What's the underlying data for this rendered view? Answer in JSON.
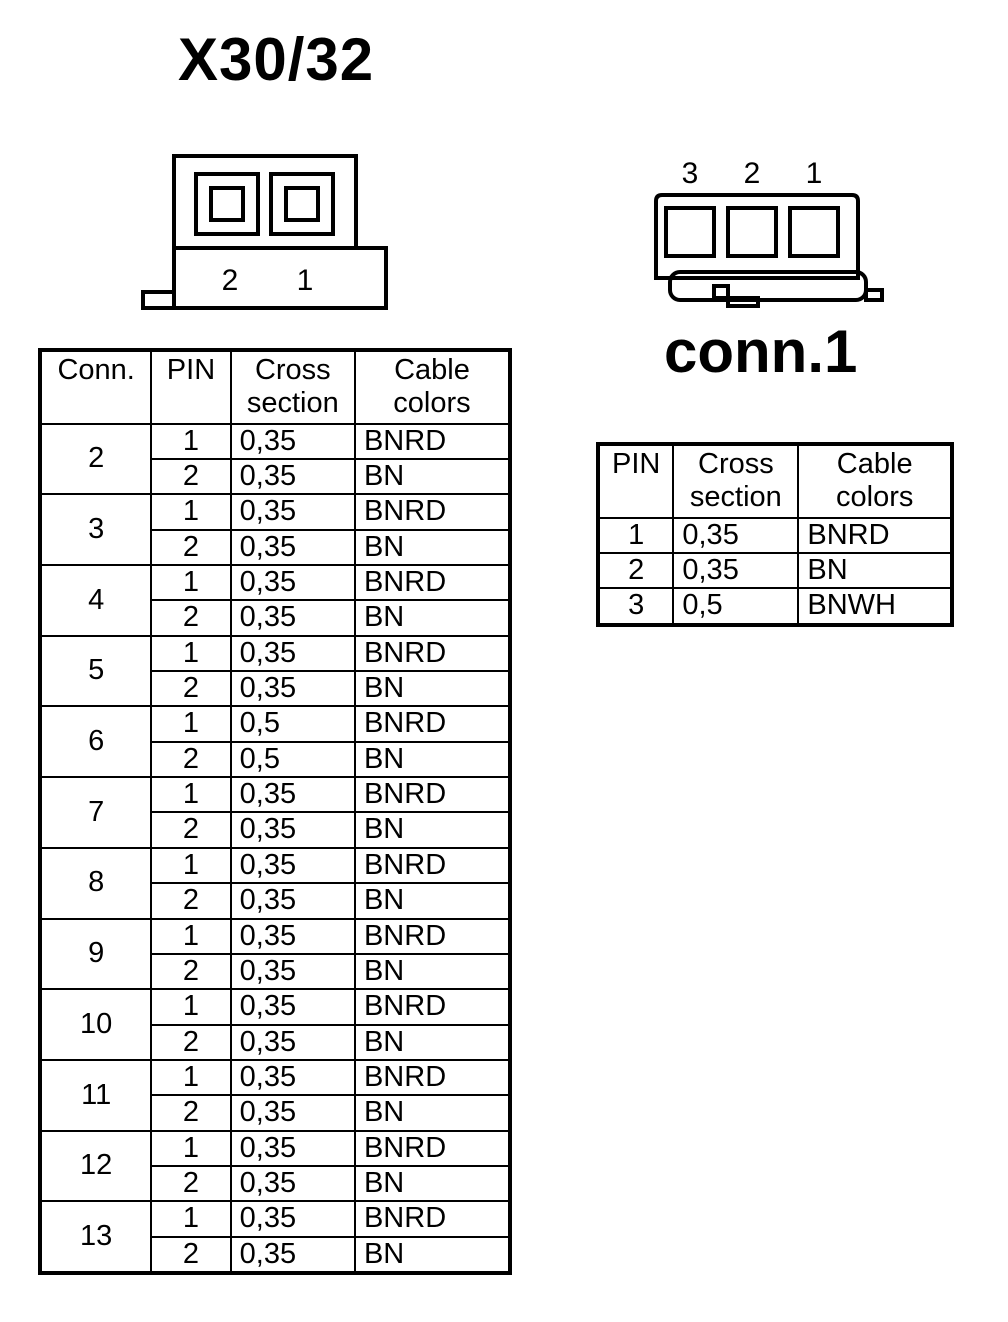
{
  "left_connector": {
    "title": "X30/32",
    "pin_labels": [
      "2",
      "1"
    ],
    "table": {
      "headers": [
        "Conn.",
        "PIN",
        "Cross section",
        "Cable colors"
      ],
      "groups": [
        {
          "conn": "2",
          "rows": [
            {
              "pin": "1",
              "cross": "0,35",
              "color": "BNRD"
            },
            {
              "pin": "2",
              "cross": "0,35",
              "color": "BN"
            }
          ]
        },
        {
          "conn": "3",
          "rows": [
            {
              "pin": "1",
              "cross": "0,35",
              "color": "BNRD"
            },
            {
              "pin": "2",
              "cross": "0,35",
              "color": "BN"
            }
          ]
        },
        {
          "conn": "4",
          "rows": [
            {
              "pin": "1",
              "cross": "0,35",
              "color": "BNRD"
            },
            {
              "pin": "2",
              "cross": "0,35",
              "color": "BN"
            }
          ]
        },
        {
          "conn": "5",
          "rows": [
            {
              "pin": "1",
              "cross": "0,35",
              "color": "BNRD"
            },
            {
              "pin": "2",
              "cross": "0,35",
              "color": "BN"
            }
          ]
        },
        {
          "conn": "6",
          "rows": [
            {
              "pin": "1",
              "cross": "0,5",
              "color": "BNRD"
            },
            {
              "pin": "2",
              "cross": "0,5",
              "color": "BN"
            }
          ]
        },
        {
          "conn": "7",
          "rows": [
            {
              "pin": "1",
              "cross": "0,35",
              "color": "BNRD"
            },
            {
              "pin": "2",
              "cross": "0,35",
              "color": "BN"
            }
          ]
        },
        {
          "conn": "8",
          "rows": [
            {
              "pin": "1",
              "cross": "0,35",
              "color": "BNRD"
            },
            {
              "pin": "2",
              "cross": "0,35",
              "color": "BN"
            }
          ]
        },
        {
          "conn": "9",
          "rows": [
            {
              "pin": "1",
              "cross": "0,35",
              "color": "BNRD"
            },
            {
              "pin": "2",
              "cross": "0,35",
              "color": "BN"
            }
          ]
        },
        {
          "conn": "10",
          "rows": [
            {
              "pin": "1",
              "cross": "0,35",
              "color": "BNRD"
            },
            {
              "pin": "2",
              "cross": "0,35",
              "color": "BN"
            }
          ]
        },
        {
          "conn": "11",
          "rows": [
            {
              "pin": "1",
              "cross": "0,35",
              "color": "BNRD"
            },
            {
              "pin": "2",
              "cross": "0,35",
              "color": "BN"
            }
          ]
        },
        {
          "conn": "12",
          "rows": [
            {
              "pin": "1",
              "cross": "0,35",
              "color": "BNRD"
            },
            {
              "pin": "2",
              "cross": "0,35",
              "color": "BN"
            }
          ]
        },
        {
          "conn": "13",
          "rows": [
            {
              "pin": "1",
              "cross": "0,35",
              "color": "BNRD"
            },
            {
              "pin": "2",
              "cross": "0,35",
              "color": "BN"
            }
          ]
        }
      ]
    }
  },
  "right_connector": {
    "title": "conn.1",
    "pin_labels": [
      "3",
      "2",
      "1"
    ],
    "table": {
      "headers": [
        "PIN",
        "Cross section",
        "Cable colors"
      ],
      "rows": [
        {
          "pin": "1",
          "cross": "0,35",
          "color": "BNRD"
        },
        {
          "pin": "2",
          "cross": "0,35",
          "color": "BN"
        },
        {
          "pin": "3",
          "cross": "0,5",
          "color": "BNWH"
        }
      ]
    }
  }
}
